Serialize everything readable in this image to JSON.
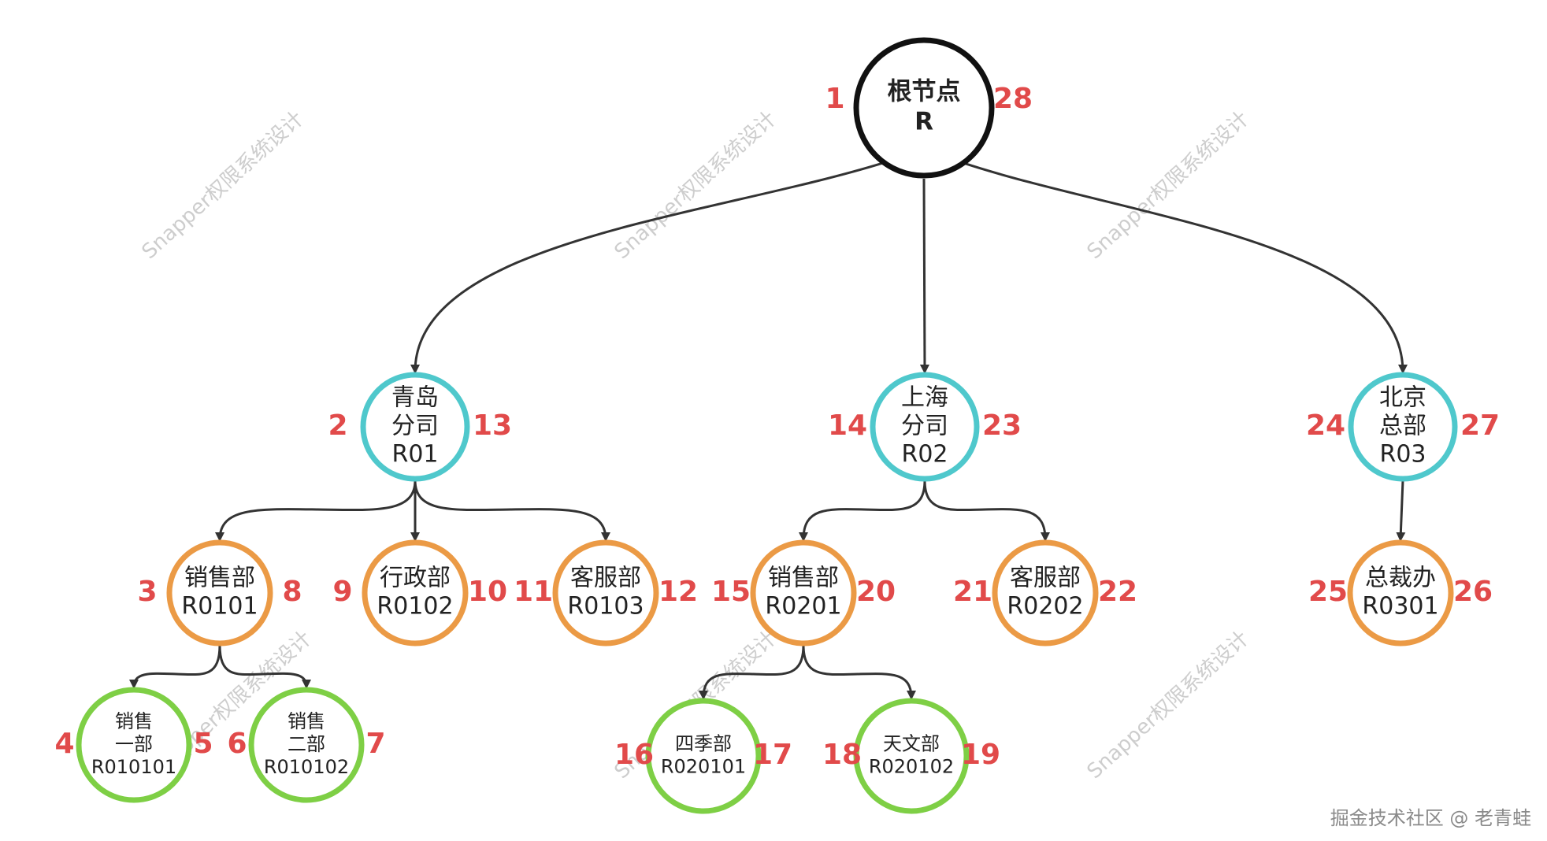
{
  "colors": {
    "root": "#111111",
    "level1": "#4fc8cc",
    "level2": "#eb9a45",
    "level3": "#7ecf45",
    "number": "#e14a4a",
    "edge": "#333333"
  },
  "nodes": [
    {
      "id": "root",
      "lines": [
        "根节点",
        "R"
      ],
      "level": 0,
      "left": "1",
      "right": "28"
    },
    {
      "id": "R01",
      "lines": [
        "青岛",
        "分司",
        "R01"
      ],
      "level": 1,
      "left": "2",
      "right": "13"
    },
    {
      "id": "R02",
      "lines": [
        "上海",
        "分司",
        "R02"
      ],
      "level": 1,
      "left": "14",
      "right": "23"
    },
    {
      "id": "R03",
      "lines": [
        "北京",
        "总部",
        "R03"
      ],
      "level": 1,
      "left": "24",
      "right": "27"
    },
    {
      "id": "R0101",
      "lines": [
        "销售部",
        "R0101"
      ],
      "level": 2,
      "left": "3",
      "right": "8"
    },
    {
      "id": "R0102",
      "lines": [
        "行政部",
        "R0102"
      ],
      "level": 2,
      "left": "9",
      "right": "10"
    },
    {
      "id": "R0103",
      "lines": [
        "客服部",
        "R0103"
      ],
      "level": 2,
      "left": "11",
      "right": "12"
    },
    {
      "id": "R0201",
      "lines": [
        "销售部",
        "R0201"
      ],
      "level": 2,
      "left": "15",
      "right": "20"
    },
    {
      "id": "R0202",
      "lines": [
        "客服部",
        "R0202"
      ],
      "level": 2,
      "left": "21",
      "right": "22"
    },
    {
      "id": "R0301",
      "lines": [
        "总裁办",
        "R0301"
      ],
      "level": 2,
      "left": "25",
      "right": "26"
    },
    {
      "id": "R010101",
      "lines": [
        "销售",
        "一部",
        "R010101"
      ],
      "level": 3,
      "left": "4",
      "right": "5"
    },
    {
      "id": "R010102",
      "lines": [
        "销售",
        "二部",
        "R010102"
      ],
      "level": 3,
      "left": "6",
      "right": "7"
    },
    {
      "id": "R020101",
      "lines": [
        "四季部",
        "R020101"
      ],
      "level": 3,
      "left": "16",
      "right": "17"
    },
    {
      "id": "R020102",
      "lines": [
        "天文部",
        "R020102"
      ],
      "level": 3,
      "left": "18",
      "right": "19"
    }
  ],
  "edges": [
    [
      "root",
      "R01"
    ],
    [
      "root",
      "R02"
    ],
    [
      "root",
      "R03"
    ],
    [
      "R01",
      "R0101"
    ],
    [
      "R01",
      "R0102"
    ],
    [
      "R01",
      "R0103"
    ],
    [
      "R02",
      "R0201"
    ],
    [
      "R02",
      "R0202"
    ],
    [
      "R03",
      "R0301"
    ],
    [
      "R0101",
      "R010101"
    ],
    [
      "R0101",
      "R010102"
    ],
    [
      "R0201",
      "R020101"
    ],
    [
      "R0201",
      "R020102"
    ]
  ],
  "watermark": "Snapper权限系统设计",
  "footer": "掘金技术社区 @ 老青蛙"
}
